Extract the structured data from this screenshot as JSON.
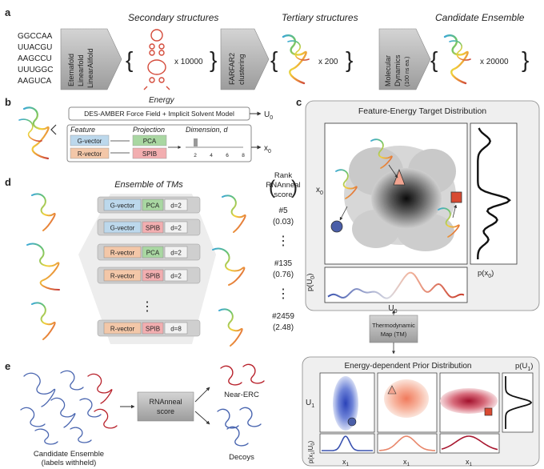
{
  "panels": {
    "a": "a",
    "b": "b",
    "c": "c",
    "d": "d",
    "e": "e"
  },
  "a": {
    "sequence": [
      "GGCCAA",
      "UUACGU",
      "AAGCCU",
      "UUUGGC",
      "AAGUCA"
    ],
    "tools": [
      "Eternafold",
      "Linearfold",
      "LinearAlifold"
    ],
    "secondary_title": "Secondary structures",
    "secondary_count": "x 10000",
    "farfar_lines": [
      "FARFAR2",
      "clustering"
    ],
    "tertiary_title": "Tertiary structures",
    "tertiary_count": "x 200",
    "md_lines": [
      "Molecular",
      "Dynamics",
      "(100 ns ea.)"
    ],
    "candidate_title": "Candidate Ensemble",
    "candidate_count": "x 20000"
  },
  "b": {
    "energy_title": "Energy",
    "energy_model": "DES-AMBER Force Field + Implicit Solvent Model",
    "energy_output": "U",
    "energy_output_sub": "0",
    "feature_title": "Feature",
    "projection_title": "Projection",
    "dimension_title": "Dimension, d",
    "features": [
      "G-vector",
      "R-vector"
    ],
    "projections": [
      "PCA",
      "SPIB"
    ],
    "ticks": [
      "2",
      "4",
      "6",
      "8"
    ],
    "output": "x",
    "output_sub": "0"
  },
  "c": {
    "title": "Feature-Energy Target Distribution",
    "y_label": "x",
    "y_label_sub": "0",
    "marginal_y_label": "p(x",
    "marginal_y_label_sub": "0",
    "marginal_y_label_end": ")",
    "marginal_x_label": "p(U",
    "marginal_x_label_sub": "0",
    "marginal_x_label_end": ")",
    "x_label": "U",
    "x_label_sub": "0",
    "tm_lines": [
      "Thermodynamic",
      "Map (TM)"
    ],
    "prior_title": "Energy-dependent Prior Distribution",
    "prior_y_label": "U",
    "prior_y_label_sub": "1",
    "prior_marginal_label": "p(U",
    "prior_marginal_label_sub": "1",
    "prior_marginal_label_end": ")",
    "cond_label": "p(x",
    "cond_label_sub": "1",
    "cond_label_mid": "|U",
    "cond_label_sub2": "0",
    "cond_label_end": ")",
    "x1_label": "x",
    "x1_sub": "1"
  },
  "d": {
    "title": "Ensemble of TMs",
    "rows": [
      {
        "feature": "G-vector",
        "projection": "PCA",
        "d": "d=2"
      },
      {
        "feature": "G-vector",
        "projection": "SPIB",
        "d": "d=2"
      },
      {
        "feature": "R-vector",
        "projection": "PCA",
        "d": "d=2"
      },
      {
        "feature": "R-vector",
        "projection": "SPIB",
        "d": "d=2"
      },
      {
        "feature": "R-vector",
        "projection": "SPIB",
        "d": "d=8"
      }
    ],
    "rank_header": [
      "Rank",
      "RNAnneal",
      "score"
    ],
    "ranks": [
      {
        "rank": "#5",
        "score": "(0.03)"
      },
      {
        "rank": "#135",
        "score": "(0.76)"
      },
      {
        "rank": "#2459",
        "score": "(2.48)"
      }
    ],
    "dots": "⋮"
  },
  "e": {
    "candidate_label_1": "Candidate Ensemble",
    "candidate_label_2": "(labels withheld)",
    "score_lines": [
      "RNAnneal",
      "score"
    ],
    "near_erc": "Near-ERC",
    "decoys": "Decoys"
  },
  "colors": {
    "g_vector": "#bcd8ec",
    "r_vector": "#f3c7a8",
    "pca": "#a9d7a2",
    "spib": "#f2aeb0",
    "blue_marker": "#4a5ea8",
    "salmon_marker": "#f2a490",
    "red_marker": "#d84a32",
    "decoy_blue": "#4a66b0",
    "near_erc_red": "#b8222c"
  }
}
